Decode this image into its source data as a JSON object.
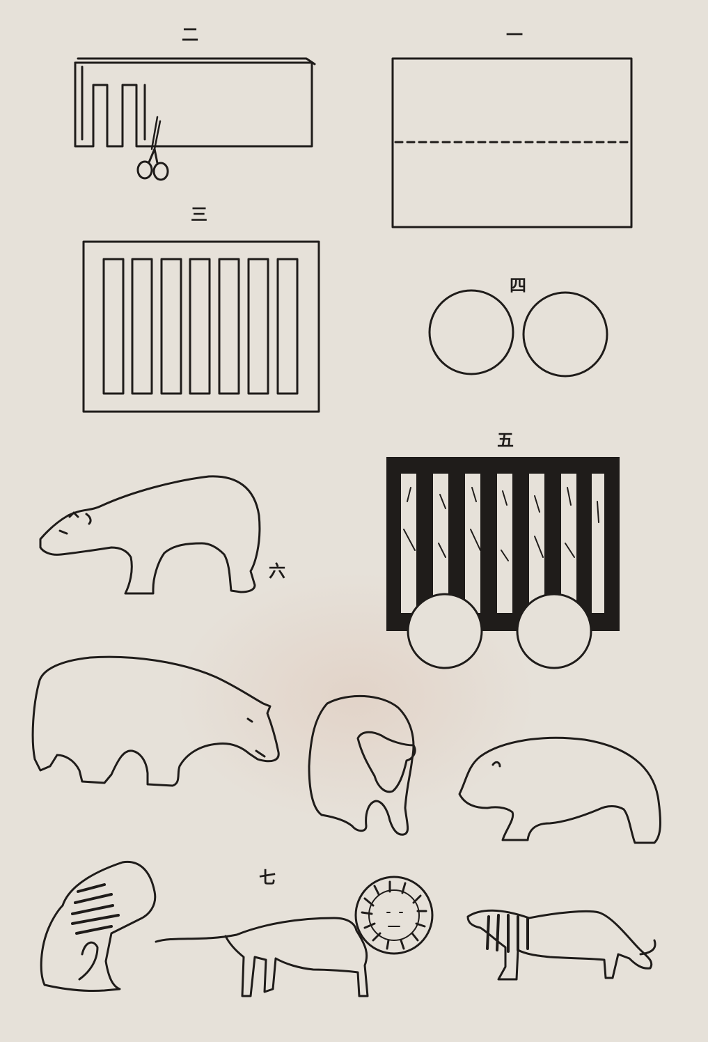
{
  "page": {
    "background": "#e6e1d9",
    "ink_color": "#1f1c1a"
  },
  "steps": [
    {
      "id": "one",
      "label": "一"
    },
    {
      "id": "two",
      "label": "二"
    },
    {
      "id": "three",
      "label": "三"
    },
    {
      "id": "four",
      "label": "四"
    },
    {
      "id": "five",
      "label": "五"
    },
    {
      "id": "six",
      "label": "六"
    },
    {
      "id": "seven",
      "label": "七"
    }
  ],
  "figures": {
    "fig1": {
      "icon": "folded-paper-sheet"
    },
    "fig2": {
      "icon": "paper-cut-with-scissors"
    },
    "fig3": {
      "icon": "cage-frame-with-bars"
    },
    "fig4": {
      "icon": "two-paper-wheels"
    },
    "fig5": {
      "icon": "animal-cage-wagon"
    },
    "fig6": {
      "icon": "polar-bear"
    },
    "bears": {
      "icon": "bear-silhouettes"
    },
    "fig7": {
      "icon": "lion-silhouettes"
    }
  }
}
